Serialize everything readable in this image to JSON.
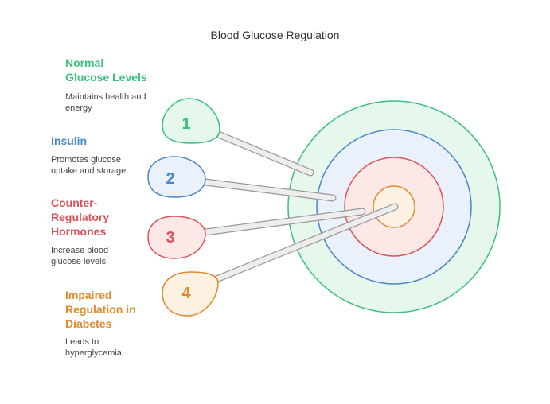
{
  "title": "Blood Glucose Regulation",
  "items": [
    {
      "number": "1",
      "label": [
        "Normal",
        "Glucose Levels"
      ],
      "description": [
        "Maintains health and",
        "energy"
      ],
      "color": "#3dbf7f",
      "fill": "#e6f7ec"
    },
    {
      "number": "2",
      "label": [
        "Insulin"
      ],
      "description": [
        "Promotes glucose",
        "uptake and storage"
      ],
      "color": "#4a86c8",
      "fill": "#eaf1fb"
    },
    {
      "number": "3",
      "label": [
        "Counter-",
        "Regulatory",
        "Hormones"
      ],
      "description": [
        "Increase blood",
        "glucose levels"
      ],
      "color": "#d9535a",
      "fill": "#fde8e8"
    },
    {
      "number": "4",
      "label": [
        "Impaired",
        "Regulation in",
        "Diabetes"
      ],
      "description": [
        "Leads to",
        "hyperglycemia"
      ],
      "color": "#e08a2e",
      "fill": "#fdf1e1"
    }
  ]
}
